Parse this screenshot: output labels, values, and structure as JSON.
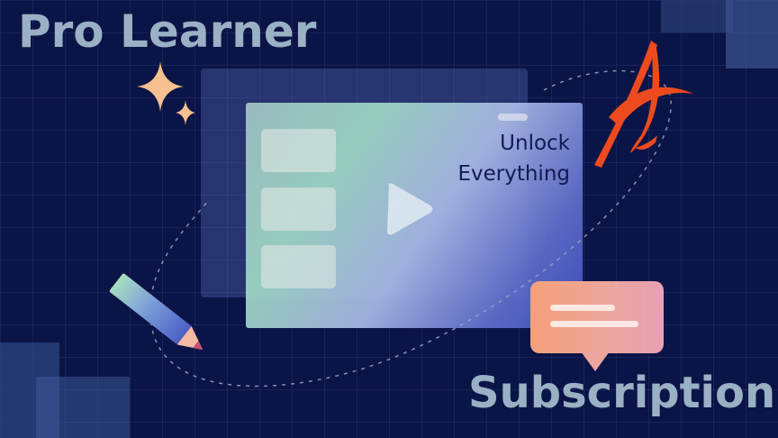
{
  "title": "Pro Learner",
  "card": {
    "line1": "Unlock",
    "line2": "Everything"
  },
  "footer_word": "Subscription",
  "icons": {
    "sparkle": "four-point-sparkle-icon",
    "play": "play-icon",
    "pencil": "pencil-icon",
    "brand": "letter-a-logo",
    "chat": "chat-bubble-icon"
  },
  "colors": {
    "background": "#0b1446",
    "heading": "#9ab0c4",
    "logo": "#ee4a1f",
    "sparkle": "#f6c18e"
  }
}
